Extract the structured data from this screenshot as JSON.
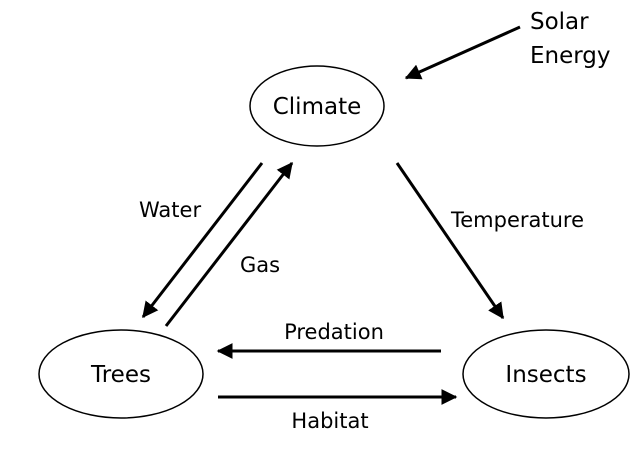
{
  "diagram": {
    "nodes": {
      "climate": "Climate",
      "trees": "Trees",
      "insects": "Insects"
    },
    "source": {
      "line1": "Solar",
      "line2": "Energy"
    },
    "edges": {
      "water": "Water",
      "gas": "Gas",
      "temperature": "Temperature",
      "predation": "Predation",
      "habitat": "Habitat"
    },
    "colors": {
      "stroke": "#000000",
      "background": "#ffffff"
    }
  }
}
